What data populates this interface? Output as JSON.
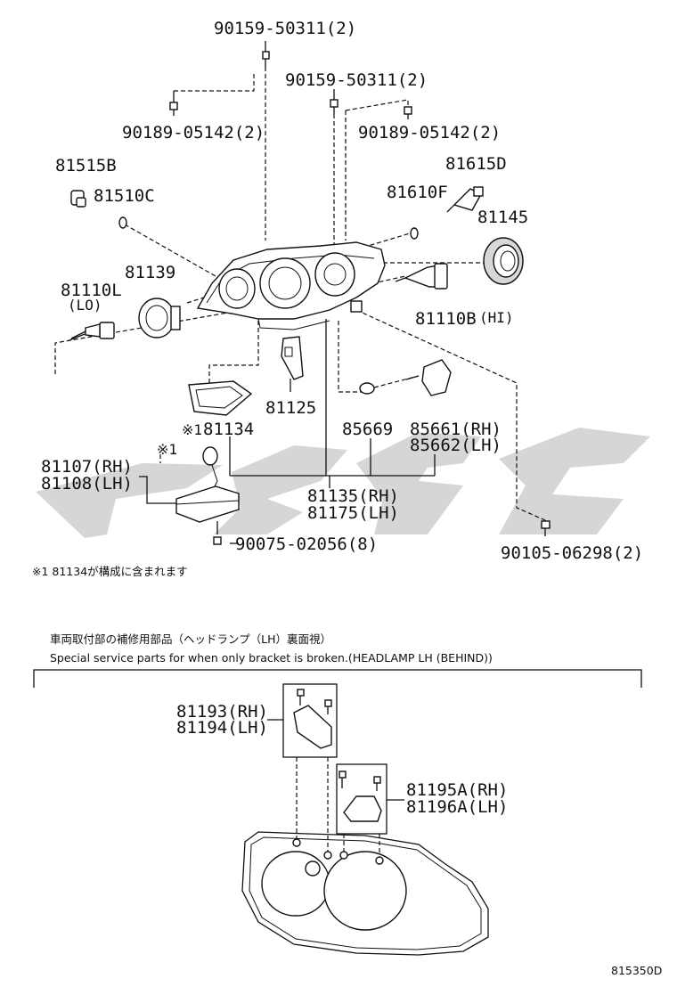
{
  "labels": {
    "p90159_top": "90159-50311(2)",
    "p90159_mid": "90159-50311(2)",
    "p90189_left": "90189-05142(2)",
    "p90189_right": "90189-05142(2)",
    "p81515B": "81515B",
    "p81510C": "81510C",
    "p81615D": "81615D",
    "p81610F": "81610F",
    "p81145": "81145",
    "p81139": "81139",
    "p81110L": "81110L",
    "p81110L_sub": "(LO)",
    "p81110B": "81110B",
    "p81110B_sub": "(HI)",
    "p81125": "81125",
    "p81134": "81134",
    "p81134_mark": "※1",
    "p85669": "85669",
    "p85661": "85661(RH)",
    "p85662": "85662(LH)",
    "p81107": "81107(RH)",
    "p81108": "81108(LH)",
    "p81107_mark": "※1",
    "p81135": "81135(RH)",
    "p81175": "81175(LH)",
    "p90075": "90075-02056(8)",
    "p90105": "90105-06298(2)",
    "p81193": "81193(RH)",
    "p81194": "81194(LH)",
    "p81195A": "81195A(RH)",
    "p81196A": "81196A(LH)"
  },
  "notes": {
    "footnote": "※1 81134が構成に含まれます",
    "section_title_jp": "車両取付部の補修用部品（ヘッドランプ（LH）裏面視）",
    "section_title_en": "Special service parts for when only bracket is broken.(HEADLAMP LH (BEHIND))",
    "diagram_id": "815350D"
  },
  "watermark": {
    "color": "#cfcfcf"
  }
}
